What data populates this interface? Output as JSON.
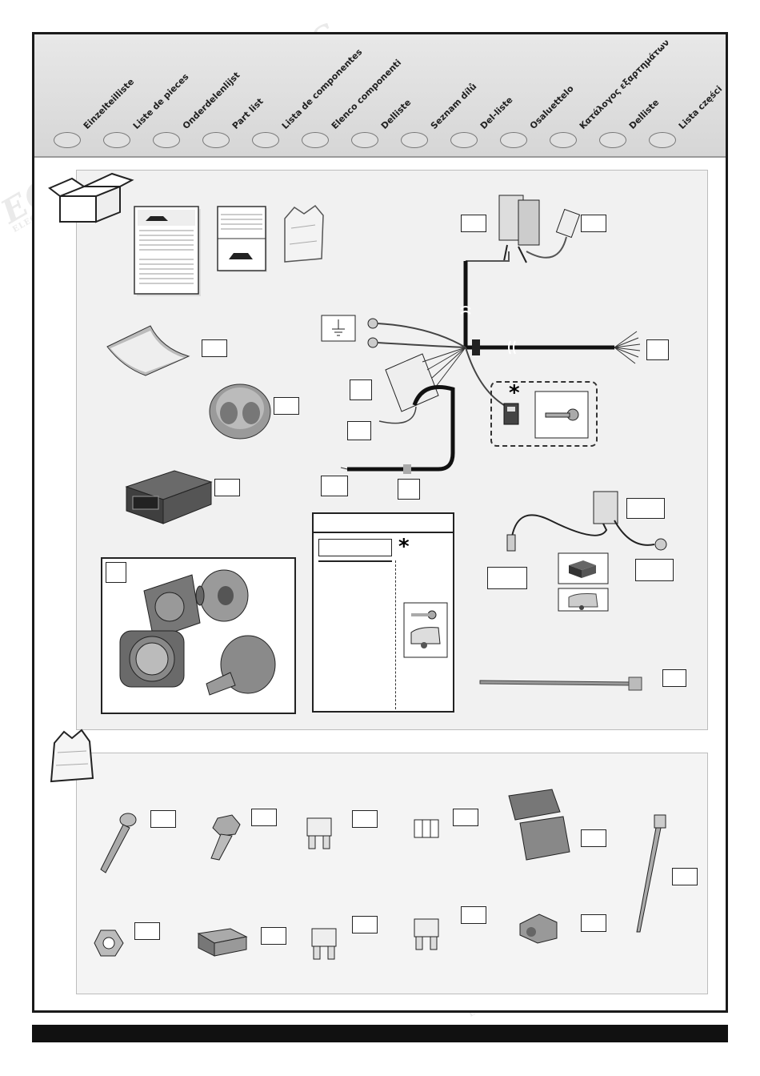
{
  "languages": [
    "Einzelteilliste",
    "Liste de pieces",
    "Onderdelenlijst",
    "Part list",
    "Lista de componentes",
    "Elenco componenti",
    "Delliste",
    "Seznam dílů",
    "Del-liste",
    "Osaluettelo",
    "Κατάλογος εξαρτημάτων",
    "Delliste",
    "Lista części"
  ],
  "watermark": {
    "brand": "ECS",
    "sub": "ELECTRONICS"
  },
  "marks": {
    "asterisk": "*"
  }
}
